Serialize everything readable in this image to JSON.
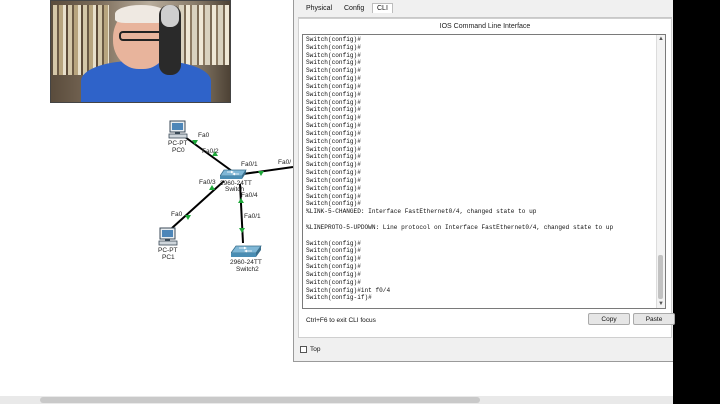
{
  "webcam": {
    "description": ""
  },
  "topology": {
    "devices": [
      {
        "id": "pc0",
        "type_label": "PC-PT",
        "name": "PC0"
      },
      {
        "id": "pc1",
        "type_label": "PC-PT",
        "name": "PC1"
      },
      {
        "id": "switch_main",
        "type_label": "2960-24TT",
        "name": "Switch"
      },
      {
        "id": "switch2",
        "type_label": "2960-24TT",
        "name": "Switch2"
      }
    ],
    "ports": {
      "pc0_fa0": "Fa0",
      "sw_fa02": "Fa0/2",
      "sw_fa01": "Fa0/1",
      "right_edge": "Fa0/",
      "sw_fa03": "Fa0/3",
      "sw_fa04": "Fa0/4",
      "pc1_fa0": "Fa0",
      "sw2_fa01": "Fa0/1"
    },
    "link_colors": {
      "link": "#000000",
      "up": "#1fa83a"
    }
  },
  "window": {
    "tabs": [
      {
        "label": "Physical",
        "active": false
      },
      {
        "label": "Config",
        "active": false
      },
      {
        "label": "CLI",
        "active": true
      }
    ],
    "title": "IOS Command Line Interface",
    "cli_lines": [
      "Switch(config)#",
      "Switch(config)#",
      "Switch(config)#",
      "Switch(config)#",
      "Switch(config)#",
      "Switch(config)#",
      "Switch(config)#",
      "Switch(config)#",
      "Switch(config)#",
      "Switch(config)#",
      "Switch(config)#",
      "Switch(config)#",
      "Switch(config)#",
      "Switch(config)#",
      "Switch(config)#",
      "Switch(config)#",
      "Switch(config)#",
      "Switch(config)#",
      "Switch(config)#",
      "Switch(config)#",
      "Switch(config)#",
      "Switch(config)#",
      "%LINK-5-CHANGED: Interface FastEthernet0/4, changed state to up",
      "",
      "%LINEPROTO-5-UPDOWN: Line protocol on Interface FastEthernet0/4, changed state to up",
      "",
      "Switch(config)#",
      "Switch(config)#",
      "Switch(config)#",
      "Switch(config)#",
      "Switch(config)#",
      "Switch(config)#",
      "Switch(config)#int f0/4",
      "Switch(config-if)#"
    ],
    "hint": "Ctrl+F6 to exit CLI focus",
    "copy_label": "Copy",
    "paste_label": "Paste",
    "top_label": "Top"
  },
  "colors": {
    "window_bg": "#f0f0f0",
    "cli_bg": "#ffffff",
    "outside": "#000000"
  }
}
